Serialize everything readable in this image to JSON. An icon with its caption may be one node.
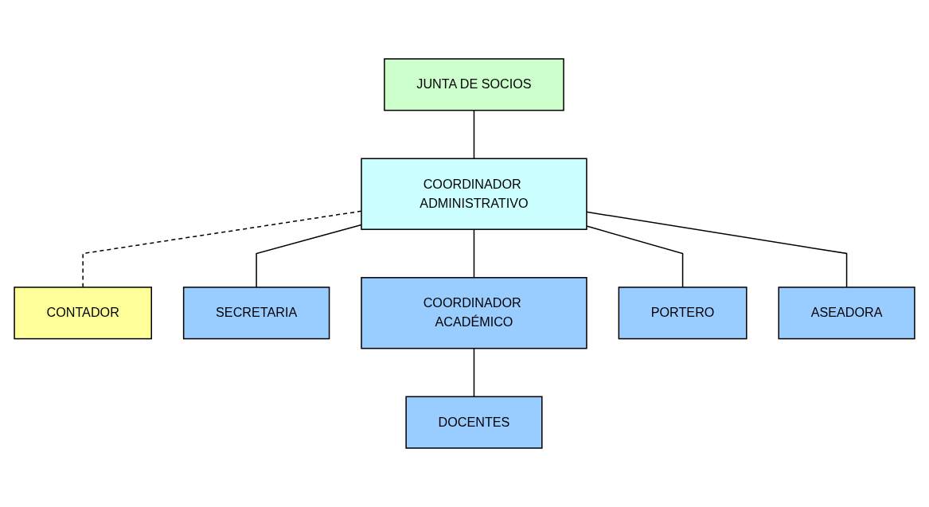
{
  "diagram": {
    "nodes": [
      {
        "text": [
          "JUNTA DE SOCIOS"
        ]
      },
      {
        "text": [
          "COORDINADOR ADMINISTRATIVO"
        ]
      },
      {
        "text": [
          "CONTADOR"
        ]
      },
      {
        "text": [
          "SECRETARIA"
        ]
      },
      {
        "text": [
          "COORDINADOR ACADÉMICO"
        ]
      },
      {
        "text": [
          "PORTERO"
        ]
      },
      {
        "text": [
          "ASEADORA"
        ]
      },
      {
        "text": [
          "DOCENTES"
        ]
      }
    ],
    "edges": [
      {
        "from": 0,
        "to": 1,
        "arrow": "none"
      },
      {
        "from": 1,
        "to": 2,
        "arrow": "none",
        "style": "dashed"
      },
      {
        "from": 1,
        "to": 3,
        "arrow": "none"
      },
      {
        "from": 1,
        "to": 4,
        "arrow": "none"
      },
      {
        "from": 1,
        "to": 5,
        "arrow": "none"
      },
      {
        "from": 1,
        "to": 6,
        "arrow": "none"
      },
      {
        "from": 4,
        "to": 7,
        "arrow": "none"
      }
    ]
  }
}
